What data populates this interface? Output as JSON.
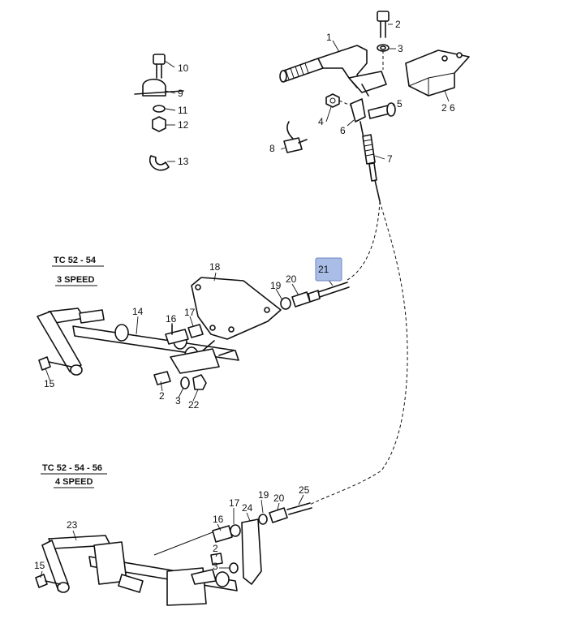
{
  "section_headers": [
    {
      "model": "TC 52 - 54",
      "speed": "3 SPEED"
    },
    {
      "model": "TC 52 - 54 - 56",
      "speed": "4 SPEED"
    }
  ],
  "highlight_label": "21",
  "highlight_color": "#a9bde6",
  "callouts": {
    "c1": "1",
    "c2a": "2",
    "c3a": "3",
    "c26": "2 6",
    "c5": "5",
    "c4": "4",
    "c6": "6",
    "c7": "7",
    "c8": "8",
    "c10": "10",
    "c9": "9",
    "c11": "11",
    "c12": "12",
    "c13": "13",
    "c18": "18",
    "c19a": "19",
    "c20a": "20",
    "c14": "14",
    "c16a": "16",
    "c17a": "17",
    "c15a": "15",
    "c2b": "2",
    "c3b": "3",
    "c22": "22",
    "c25": "25",
    "c19b": "19",
    "c20b": "20",
    "c17b": "17",
    "c24": "24",
    "c16b": "16",
    "c23": "23",
    "c2c": "2",
    "c3c": "3",
    "c15b": "15"
  }
}
